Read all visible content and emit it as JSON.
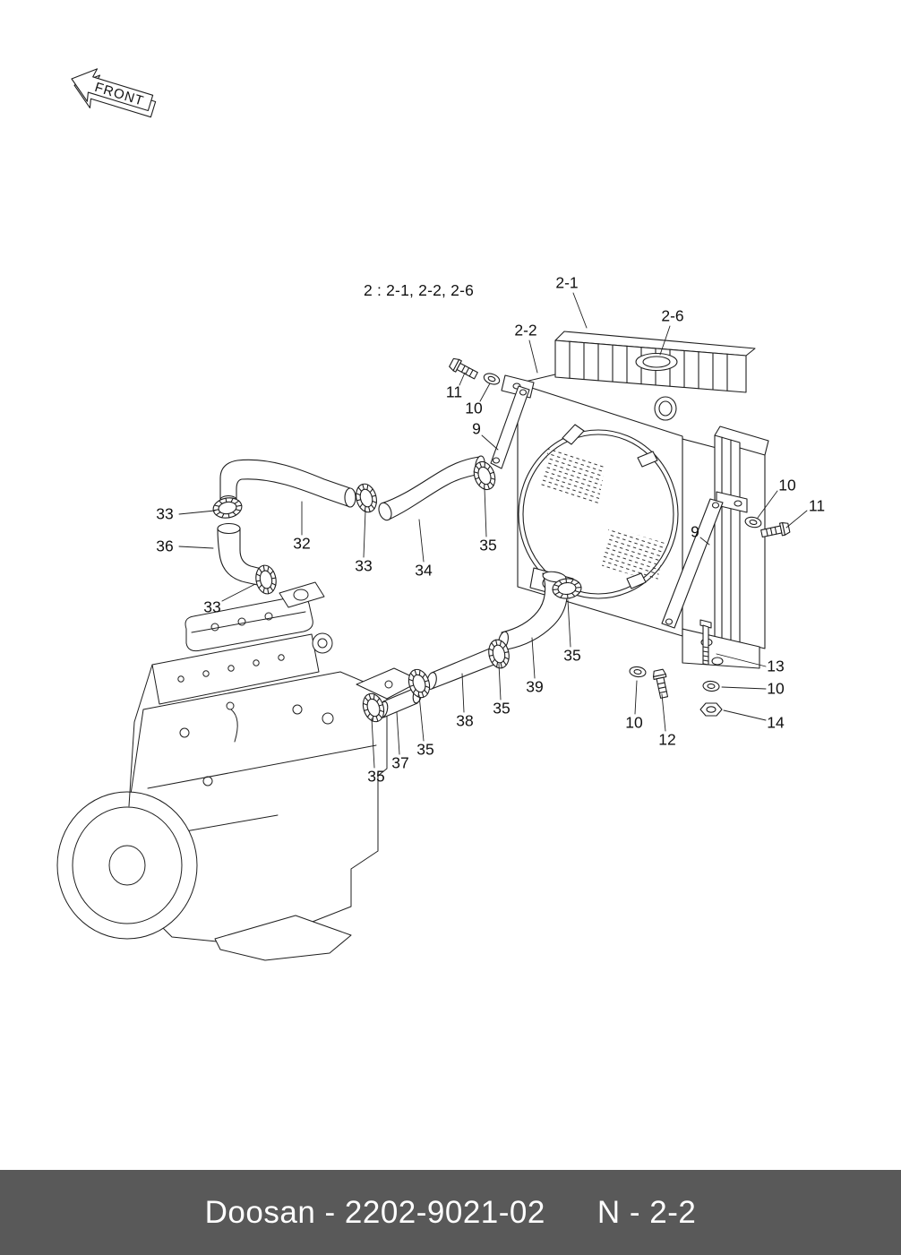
{
  "front_label": "FRONT",
  "assembly_note": "2 : 2-1, 2-2, 2-6",
  "callouts": [
    {
      "label": "2-1"
    },
    {
      "label": "2-2"
    },
    {
      "label": "2-6"
    },
    {
      "label": "11"
    },
    {
      "label": "10"
    },
    {
      "label": "9"
    },
    {
      "label": "33"
    },
    {
      "label": "32"
    },
    {
      "label": "33"
    },
    {
      "label": "34"
    },
    {
      "label": "35"
    },
    {
      "label": "36"
    },
    {
      "label": "33"
    },
    {
      "label": "10"
    },
    {
      "label": "11"
    },
    {
      "label": "9"
    },
    {
      "label": "35"
    },
    {
      "label": "39"
    },
    {
      "label": "13"
    },
    {
      "label": "10"
    },
    {
      "label": "14"
    },
    {
      "label": "35"
    },
    {
      "label": "38"
    },
    {
      "label": "10"
    },
    {
      "label": "12"
    },
    {
      "label": "35"
    },
    {
      "label": "37"
    },
    {
      "label": "35"
    }
  ],
  "footer": {
    "doc_ref": "Doosan - 2202-9021-02",
    "page_ref": "N - 2-2"
  },
  "colors": {
    "line": "#1f1f1f",
    "footer_bg": "#595959",
    "footer_text": "#ffffff"
  }
}
